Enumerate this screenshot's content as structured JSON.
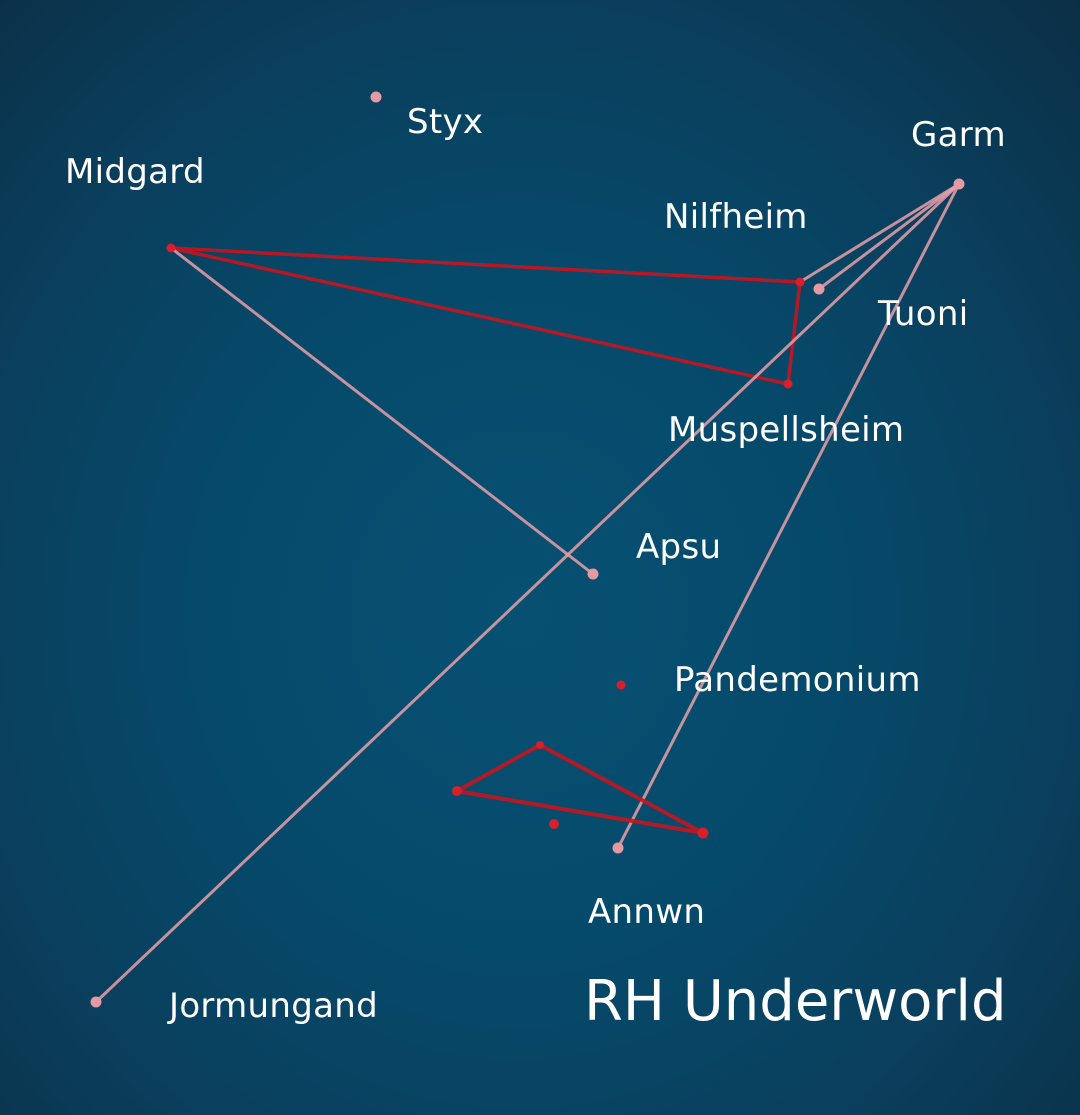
{
  "title": "RH Underworld",
  "colors": {
    "background": "#064a6b",
    "pink_link": "#e8a0a8",
    "red_link": "#c8141e",
    "label": "#ffffff"
  },
  "nodes": [
    {
      "id": "styx",
      "label": "Styx",
      "marker": "pink"
    },
    {
      "id": "garm",
      "label": "Garm",
      "marker": "pink"
    },
    {
      "id": "midgard",
      "label": "Midgard",
      "marker": "red"
    },
    {
      "id": "nilfheim",
      "label": "Nilfheim",
      "marker": "red"
    },
    {
      "id": "tuoni",
      "label": "Tuoni",
      "marker": "pink"
    },
    {
      "id": "muspellsheim",
      "label": "Muspellsheim",
      "marker": "red"
    },
    {
      "id": "apsu",
      "label": "Apsu",
      "marker": "pink"
    },
    {
      "id": "pandemonium",
      "label": "Pandemonium",
      "marker": "red"
    },
    {
      "id": "annwn",
      "label": "Annwn",
      "marker": "pink"
    },
    {
      "id": "jormungand",
      "label": "Jormungand",
      "marker": "pink"
    }
  ],
  "edges": [
    {
      "from": "midgard",
      "to": "nilfheim",
      "style": "red"
    },
    {
      "from": "midgard",
      "to": "muspellsheim",
      "style": "red"
    },
    {
      "from": "nilfheim",
      "to": "muspellsheim",
      "style": "red"
    },
    {
      "from": "midgard",
      "to": "apsu",
      "style": "pink"
    },
    {
      "from": "garm",
      "to": "nilfheim",
      "style": "pink"
    },
    {
      "from": "garm",
      "to": "tuoni",
      "style": "pink"
    },
    {
      "from": "garm",
      "to": "jormungand",
      "style": "pink"
    },
    {
      "from": "garm",
      "to": "annwn",
      "style": "pink"
    }
  ]
}
